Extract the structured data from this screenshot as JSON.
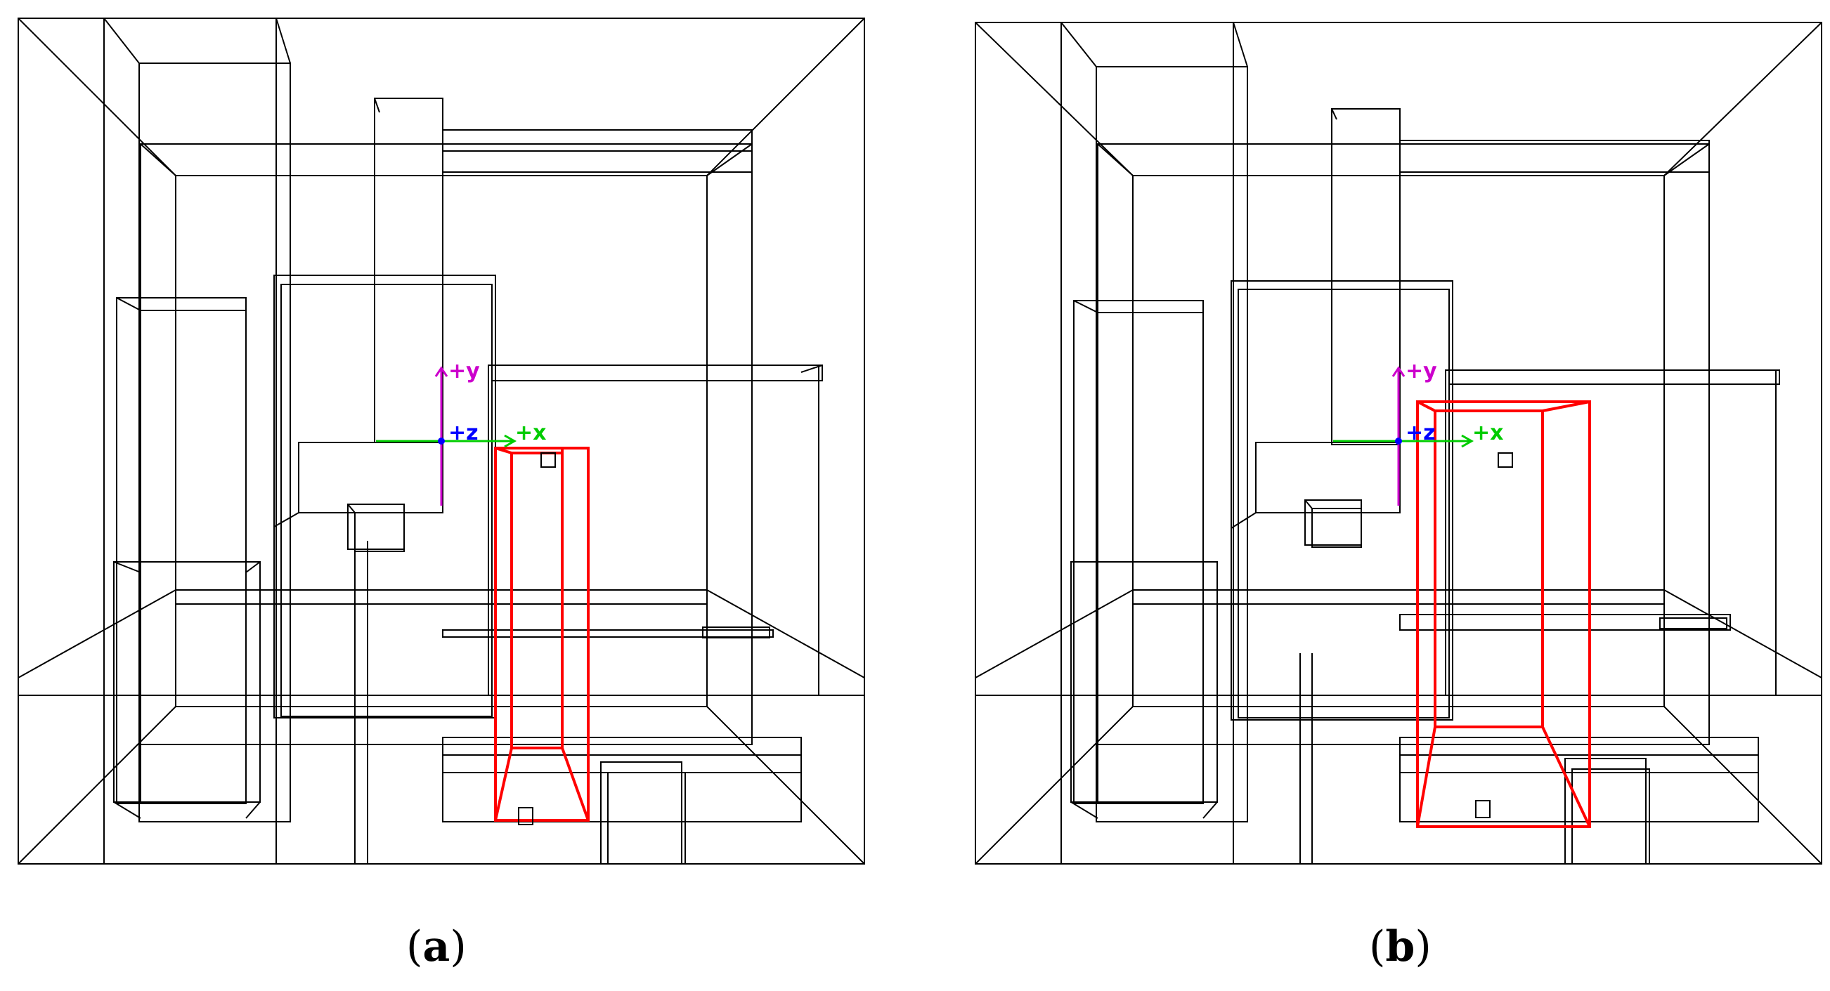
{
  "panels": [
    {
      "id": "a",
      "caption_open": "(",
      "caption_letter": "a",
      "caption_close": ")",
      "axes": {
        "y_label": "+y",
        "z_label": "+z",
        "x_label": "+x"
      }
    },
    {
      "id": "b",
      "caption_open": "(",
      "caption_letter": "b",
      "caption_close": ")",
      "axes": {
        "y_label": "+y",
        "z_label": "+z",
        "x_label": "+x"
      }
    }
  ],
  "colors": {
    "wire": "#000000",
    "highlight": "#ff0000",
    "axis_y": "#cc00cc",
    "axis_z": "#0000ff",
    "axis_x": "#00cc00"
  }
}
